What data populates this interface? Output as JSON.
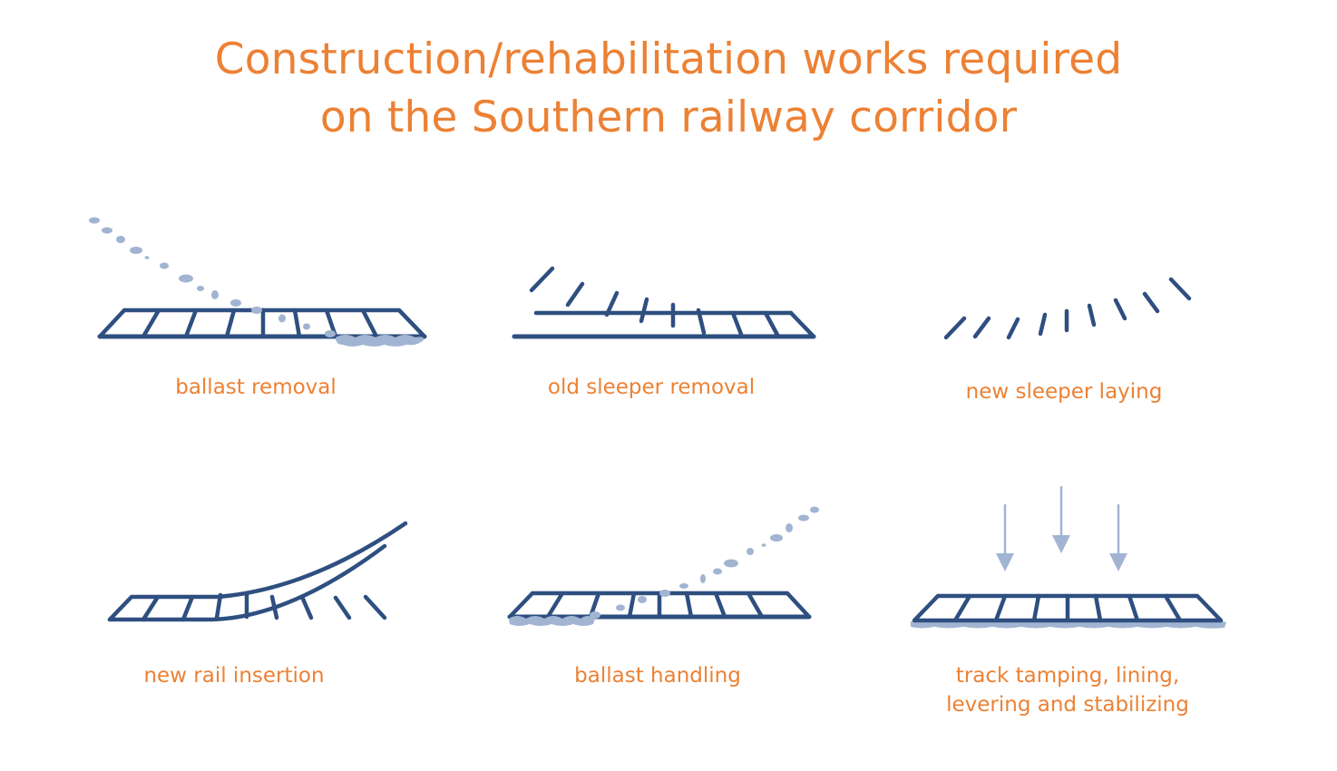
{
  "title": {
    "line1": "Construction/rehabilitation works required",
    "line2": "on the Southern railway corridor"
  },
  "colors": {
    "title": "#ec8134",
    "label": "#ec8134",
    "track": "#2e4f80",
    "ballast": "#a1b4d2",
    "background": "#ffffff"
  },
  "steps": [
    {
      "id": "ballast-removal",
      "label": "ballast removal",
      "icon": "track-with-ballast-being-removed"
    },
    {
      "id": "old-sleeper-removal",
      "label": "old sleeper removal",
      "icon": "track-with-sleepers-lifted"
    },
    {
      "id": "new-sleeper-laying",
      "label": "new sleeper laying",
      "icon": "loose-sleepers-in-arc"
    },
    {
      "id": "new-rail-insertion",
      "label": "new rail insertion",
      "icon": "curved-rails-over-sleepers"
    },
    {
      "id": "ballast-handling",
      "label": "ballast handling",
      "icon": "track-with-ballast-being-added"
    },
    {
      "id": "track-tamping",
      "label_line1": "track tamping, lining,",
      "label_line2": "levering and stabilizing",
      "icon": "track-with-down-arrows"
    }
  ]
}
